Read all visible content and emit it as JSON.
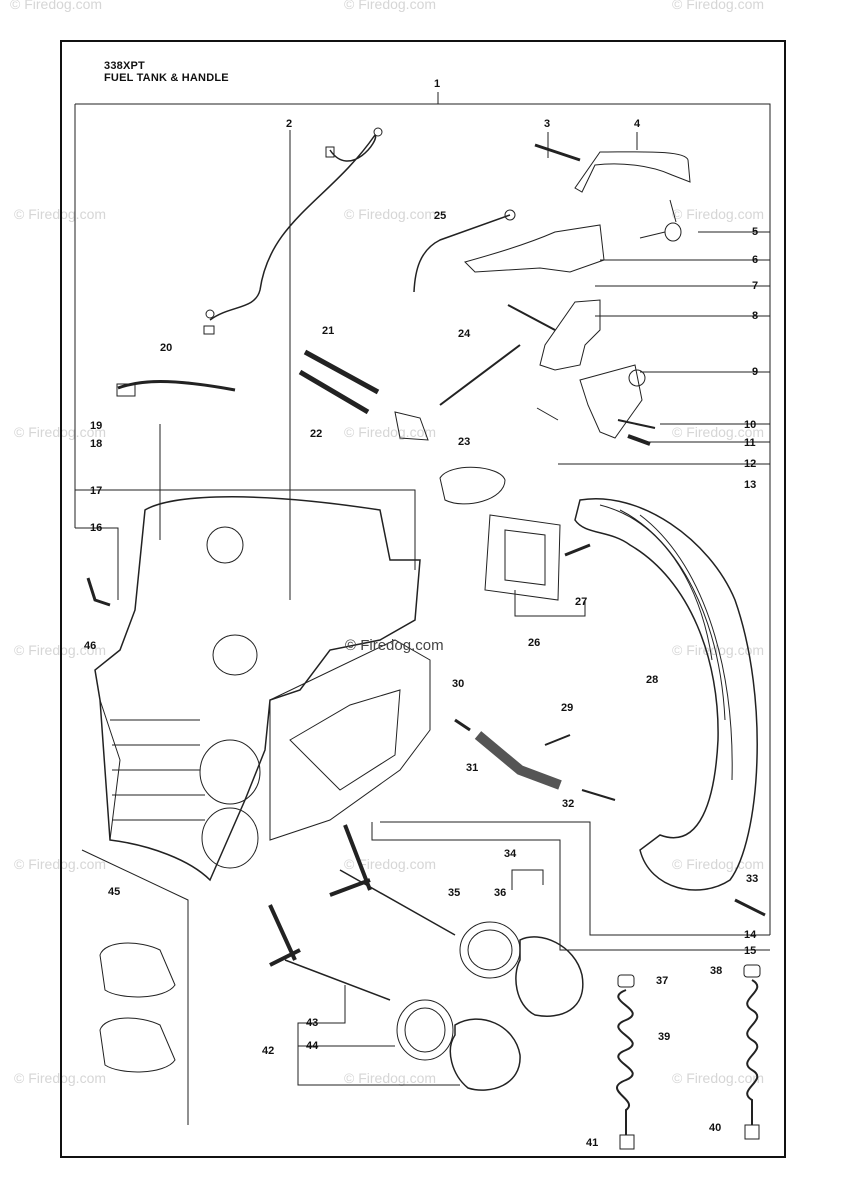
{
  "watermark": "© Firedog.com",
  "header": {
    "model": "338XPT",
    "section": "FUEL TANK & HANDLE"
  },
  "part_numbers": [
    "1",
    "2",
    "3",
    "4",
    "5",
    "6",
    "7",
    "8",
    "9",
    "10",
    "11",
    "12",
    "13",
    "14",
    "15",
    "16",
    "17",
    "18",
    "19",
    "20",
    "21",
    "22",
    "23",
    "24",
    "25",
    "26",
    "27",
    "28",
    "29",
    "30",
    "31",
    "32",
    "33",
    "34",
    "35",
    "36",
    "37",
    "38",
    "39",
    "40",
    "41",
    "42",
    "43",
    "44",
    "45",
    "46"
  ]
}
